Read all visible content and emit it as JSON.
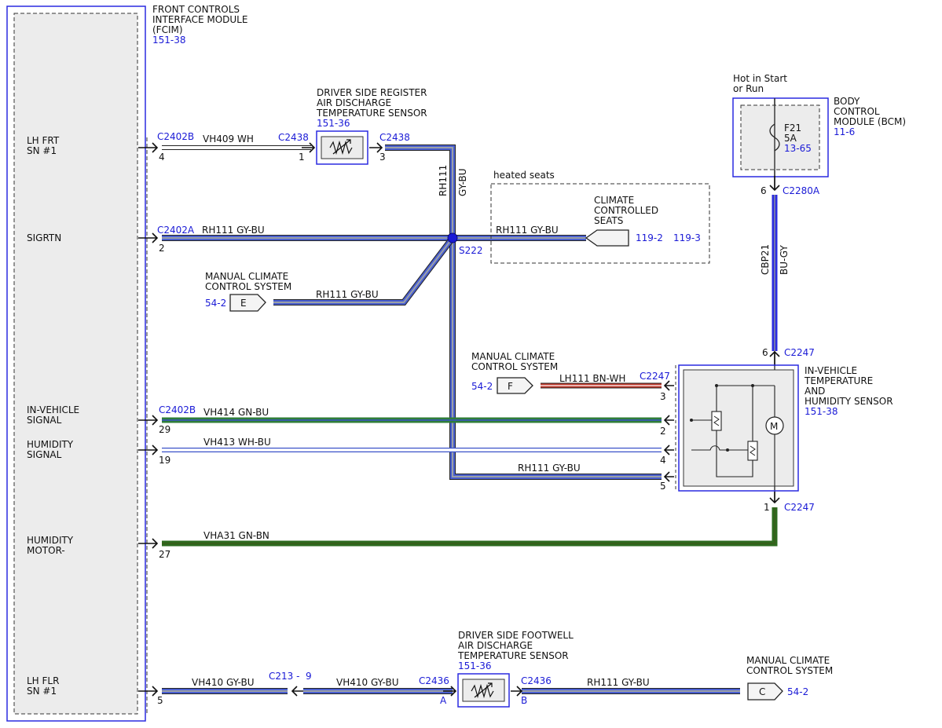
{
  "colors": {
    "module_border": "#2a2ae0",
    "ref_text": "#1a1ad6",
    "wire_gy_bu_fill": "#4a5fd0",
    "wire_gy_bu_stripe": "#9aa0a8",
    "wire_wh": "#ffffff",
    "wire_gn_bu": "#2f7d3a",
    "wire_bu_gy": "#2a2ae0",
    "wire_bn_wh": "#c0392b",
    "wire_gn_bn": "#2d6a1e",
    "splice": "#1a1ad6"
  },
  "fcim": {
    "title_lines": [
      "FRONT CONTROLS",
      "INTERFACE MODULE",
      "(FCIM)"
    ],
    "ref": "151-38",
    "pins": {
      "lh_frt": [
        "LH FRT",
        "SN #1"
      ],
      "sigrtn": [
        "SIGRTN"
      ],
      "in_vehicle": [
        "IN-VEHICLE",
        "SIGNAL"
      ],
      "humidity_signal": [
        "HUMIDITY",
        "SIGNAL"
      ],
      "humidity_motor": [
        "HUMIDITY",
        "MOTOR-"
      ],
      "lh_flr": [
        "LH FLR",
        "SN #1"
      ]
    }
  },
  "driver_register_sensor": {
    "title_lines": [
      "DRIVER SIDE REGISTER",
      "AIR DISCHARGE",
      "TEMPERATURE SENSOR"
    ],
    "ref": "151-36"
  },
  "driver_footwell_sensor": {
    "title_lines": [
      "DRIVER SIDE FOOTWELL",
      "AIR DISCHARGE",
      "TEMPERATURE SENSOR"
    ],
    "ref": "151-36"
  },
  "bcm": {
    "hot_lines": [
      "Hot in Start",
      "or Run"
    ],
    "title_lines": [
      "BODY",
      "CONTROL",
      "MODULE (BCM)"
    ],
    "ref": "11-6",
    "fuse_name": "F21",
    "fuse_rating": "5A",
    "fuse_ref": "13-65"
  },
  "heated_seats": {
    "label": "heated seats",
    "title_lines": [
      "CLIMATE",
      "CONTROLLED",
      "SEATS"
    ],
    "ref1": "119-2",
    "ref2": "119-3"
  },
  "ivt_sensor": {
    "title_lines": [
      "IN-VEHICLE",
      "TEMPERATURE",
      "AND",
      "HUMIDITY SENSOR"
    ],
    "ref": "151-38"
  },
  "manual_climate": {
    "title_lines": [
      "MANUAL CLIMATE",
      "CONTROL SYSTEM"
    ],
    "e_ref": "54-2",
    "e_letter": "E",
    "f_ref": "54-2",
    "f_letter": "F",
    "c_ref": "54-2",
    "c_letter": "C"
  },
  "connectors": {
    "c2402b_top": "C2402B",
    "c2402a": "C2402A",
    "c2402b_mid": "C2402B",
    "c2438_left": "C2438",
    "c2438_right": "C2438",
    "c2280a": "C2280A",
    "c2247_top": "C2247",
    "c2247_f": "C2247",
    "c2247_bottom": "C2247",
    "c213": "C213 -",
    "c213_pin": "9",
    "c2436_left": "C2436",
    "c2436_right": "C2436",
    "s222": "S222"
  },
  "pins": {
    "p4": "4",
    "p1": "1",
    "p3": "3",
    "p2": "2",
    "p29": "29",
    "p19": "19",
    "p27": "27",
    "p5": "5",
    "bcm6": "6",
    "ivt6": "6",
    "ivt3": "3",
    "ivt2": "2",
    "ivt4": "4",
    "ivt5": "5",
    "ivt1": "1",
    "fw_a": "A",
    "fw_b": "B"
  },
  "wires": {
    "vh409": "VH409 WH",
    "rh111_sigrtn": "RH111 GY-BU",
    "rh111_vert_a": "RH111",
    "rh111_vert_b": "GY-BU",
    "rh111_seats": "RH111  GY-BU",
    "rh111_e": "RH111  GY-BU",
    "cbp21_a": "CBP21",
    "cbp21_b": "BU-GY",
    "lh111": "LH111   BN-WH",
    "vh414": "VH414   GN-BU",
    "vh413": "VH413   WH-BU",
    "rh111_ivt": "RH111   GY-BU",
    "vha31": "VHA31   GN-BN",
    "vh410_a": "VH410 GY-BU",
    "vh410_b": "VH410 GY-BU",
    "rh111_c": "RH111  GY-BU"
  }
}
